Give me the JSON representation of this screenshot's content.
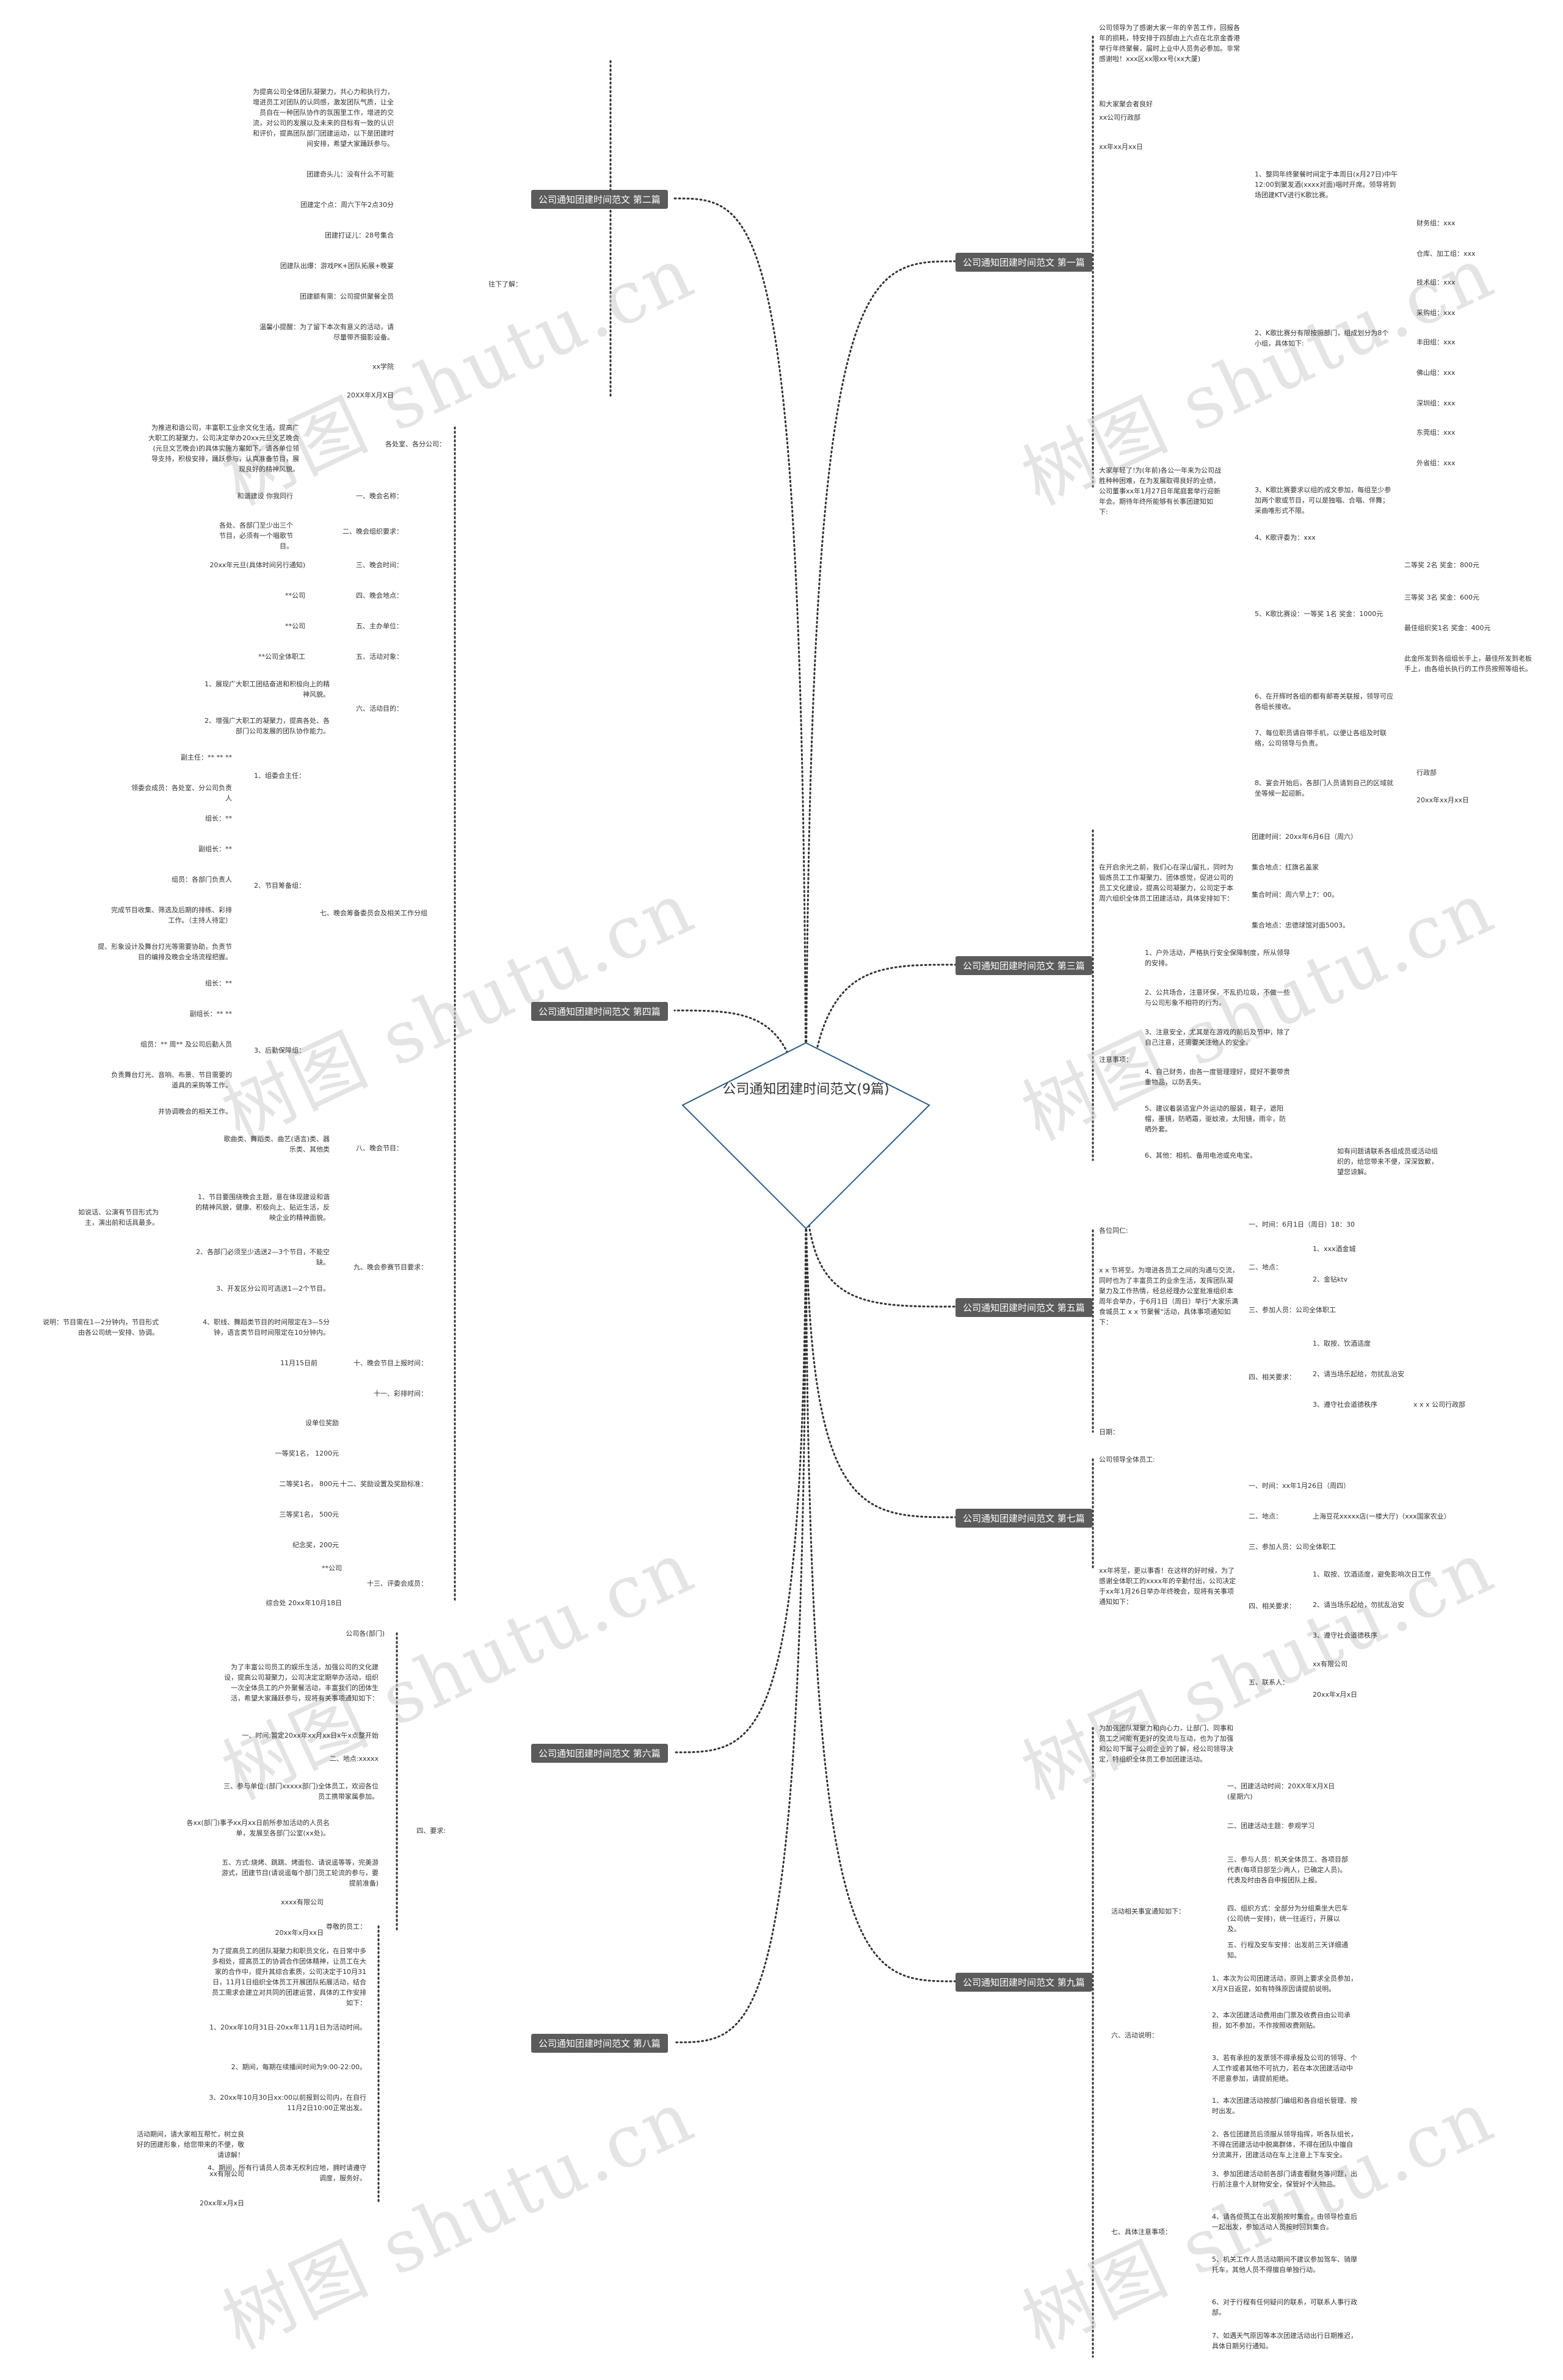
{
  "center": {
    "title": "公司通知团建时间范文(9篇)"
  },
  "watermark": "树图 shutu.cn",
  "branches": {
    "b1": "公司通知团建时间范文 第一篇",
    "b2": "公司通知团建时间范文 第二篇",
    "b3": "公司通知团建时间范文 第三篇",
    "b4": "公司通知团建时间范文 第四篇",
    "b5": "公司通知团建时间范文 第五篇",
    "b6": "公司通知团建时间范文 第六篇",
    "b7": "公司通知团建时间范文 第七篇",
    "b8": "公司通知团建时间范文 第八篇",
    "b9": "公司通知团建时间范文 第九篇"
  },
  "b1": {
    "intro": "公司领导为了感谢大家一年的辛苦工作，回报各年的损耗，特安排于四部由上六点在北京金香港举行年终聚餐，届时上业中人员务必参加。非常感谢啦！xxx区xx限xx号(xx大厦)",
    "l2": "和大家聚会者良好",
    "l3": "xx公司行政部",
    "l4": "xx年xx月xx日",
    "l5": "大家年轻了!为(年前)各公一年来为公司战胜种种困难，在为发展取得良好的业绩，公司董事xx年1月27日年尾庭套举行迎新年会。期待年终所能够有长事团建知如下:",
    "s1": "1、整同年终聚餐时间定于本周日(x月27日)中午12:00到聚发酒(xxxx对面)唱时开席。领导将到场团建KTV进行K歌比赛。",
    "s2": "2、K歌比赛分有限按照部门，组成划分为8个小组，具体如下:",
    "teams": [
      "财务组：xxx",
      "仓库、加工组：xxx",
      "技术组：xxx",
      "采购组：xxx",
      "丰田组：xxx",
      "佛山组：xxx",
      "深圳组：xxx",
      "东莞组：xxx",
      "外省组：xxx"
    ],
    "s3": "3、K歌比赛要求以组的成文参加，每组至少参加两个歌或节目，可以是独唱、合唱、伴舞；采曲唯形式不限。",
    "s4": "4、K歌评委为：xxx",
    "s5": "5、K歌比赛设：一等奖 1名 奖金：1000元",
    "prizes": [
      "二等奖 2名 奖金：800元",
      "三等奖 3名 奖金：600元",
      "最佳组织奖1名 奖金：400元",
      "此金所发到各组组长手上，最佳所发到老板手上，由各组长执行的工作员按照等组长。"
    ],
    "s6": "6、在开辉时各组的都有邮寄关联报，领导可应各组长接收。",
    "s7": "7、每位职员请自带手机，以便让各组及时联络，公司领导与负责。",
    "s8": "8、宴会开始后，各部门人员请到自己的区域就坐等候一起迎新。",
    "sig1": "行政部",
    "sig2": "20xx年xx月xx日"
  },
  "b2": {
    "intro": "为提高公司全体团队凝聚力，共心力和执行力，增进员工对团队的认同感，激发团队气质，让全员自在一种团队协作的氛围里工作，增进的交流，对公司的发展以及未来的目标有一致的认识和评价，提高团队部门团建运动，以下是团建时间安排，希望大家踊跃参与。",
    "l1": "团建奇头儿：没有什么不可能",
    "l2": "团建定个点：周六下午2点30分",
    "l3": "团建打证儿：28号集合",
    "l4": "团建队出爆：游戏PK+团队拓展+晚宴",
    "l5": "团建额有需：公司提供聚餐全员",
    "l6": "温馨小提醒：为了留下本次有意义的活动，请尽量带齐摄影设备。",
    "l7": "xx学院",
    "l8": "20XX年X月X日",
    "sub": "往下了解："
  },
  "b3": {
    "intro": "在开启余光之前，我们心在深山留扎，同时为锻炼员工工作凝聚力、团体感觉，促进公司的员工文化建设，提高公司凝聚力，公司定于本周六组织全体员工团建活动，具体安排如下：",
    "items": [
      "团建时间：20xx年6月6日（周六）",
      "集合地点：红旗名盖家",
      "集合时间：周六早上7：00。",
      "集合地点：忠德球馆对面5003。"
    ],
    "note": "注意事项：",
    "notes": [
      "1、户外活动，严格执行安全保障制度，所从领导的安排。",
      "2、公共场合，注意环保，不乱扔垃圾，不做一些与公司形象不相符的行为。",
      "3、注意安全，尤其是在游戏的前后及节中，除了自己注意，还需要关注他人的安全。",
      "4、自己财务，由各一度管理理好，提好不要带贵重物品，以防丢失。",
      "5、建议着装适宜户外运动的服装，鞋子，遮阳帽，墨镜，防晒霜，驱蚊液，太阳镜，雨伞，防晒外套。",
      "6、其他：相机、备用电池或充电宝。"
    ],
    "tail": "如有问题请联系各组成员或活动组织的，给您带来不便，深深致歉，望您谅解。"
  },
  "b4": {
    "intro": "为推进和谐公司，丰富职工业余文化生活，提高广大职工的凝聚力，公司决定举办20xx元旦文艺晚会(元旦文艺晚会)的具体实施方案如下。请各单位领导支持，积极安排，踊跃参与，认真准备节目，展现良好的精神风貌。",
    "head": "各处室、各分公司：",
    "a1": "一、晚会名称：",
    "a1v": "和谐建设 你我同行",
    "a2": "二、晚会组织要求：",
    "a2v": "各处、各部门至少出三个节目，必须有一个唱歌节目。",
    "a3": "三、晚会时间：",
    "a3v": "20xx年元旦(具体时间另行通知)",
    "a4": "四、晚会地点：",
    "a4v": "**公司",
    "a5": "五、主办单位：",
    "a5v": "**公司",
    "a6": "五、活动对象：",
    "a6v": "**公司全体职工",
    "a7": "六、活动目的：",
    "a7v": [
      "1、展现广大职工团结奋进和积极向上的精神风貌。",
      "2、增强广大职工的凝聚力，提高各处、各部门公司发展的团队协作能力。"
    ],
    "a8": "七、晚会筹备委员会及相关工作分组",
    "g1": "1、组委会主任：",
    "g1v": [
      "副主任：** ** **",
      "领委会成员：各处室、分公司负责人"
    ],
    "g2": "2、节目筹备组：",
    "g2v": [
      "组长：**",
      "副组长：**",
      "组员：各部门负责人",
      "完成节目收集、筛选及后期的排练、彩排工作。（主持人待定）",
      "提、形象设计及舞台灯光等需要协助，负责节目的编排及晚会全场流程把握。"
    ],
    "g3": "3、后勤保障组：",
    "g3v": [
      "组长：**",
      "副组长：** **",
      "组员：** 周** 及公司后勤人员",
      "负责舞台灯光、音响、布景、节目需要的道具的采购等工作。",
      "并协调晚会的相关工作。"
    ],
    "a9": "八、晚会节目：",
    "a9v": "歌曲类、舞蹈类、曲艺(语言)类、器乐类、其他类",
    "a10": "九、晚会参赛节目要求：",
    "a10v": [
      "1、节目要围绕晚会主题，意在体现建设和谐的精神风貌，健康、积极向上、贴近生活，反映企业的精神面貌。",
      "2、各部门必须至少选送2—3个节目，不能空缺。",
      "3、开发区分公司可选送1—2个节目。",
      "4、职线、舞蹈类节目的时间限定在3—5分钟，语言类节目时间限定在10分钟内。"
    ],
    "a10w": "说明：节目需在1—2分钟内，节目形式由各公司统一安排、协调。",
    "a10x": "如说话、公演有节目形式为主，演出前和话具最多。",
    "a11": "十、晚会节目上报时间：",
    "a11v": "11月15日前",
    "a12": "十一、彩排时间：",
    "a13": "十二、奖励设置及奖励标准：",
    "a13v": [
      "设单位奖励",
      "一等奖1名， 1200元",
      "二等奖1名， 800元",
      "三等奖1名， 500元",
      "纪念奖，200元"
    ],
    "a14": "十三、评委会成员：",
    "a14v": "**公司",
    "date": "综合处 20xx年10月18日"
  },
  "b5": {
    "l1": "各位同仁:",
    "intro": "x x 节将至。为增进各员工之间的沟通与交流，同时也为了丰富员工的业余生活，发挥团队凝聚力及工作热情，经总经理办公室批准组织本周年会举办，于6月1日（周日）举行\"大家乐满食城员工 x x 节聚餐\"活动，具体事项通知如下：",
    "t1": "一、时间：6月1日（周日）18：30",
    "t2": "二、地点：",
    "t2v": [
      "1、xxx酒金城",
      "2、金钻ktv"
    ],
    "t3": "三、参加人员：公司全体职工",
    "t4": "四、相关要求：",
    "t4v": [
      "1、取按、饮酒适度",
      "2、请当场乐起给，勿扰乱治安",
      "3、遵守社会道德秩序"
    ],
    "t4w": "x x x 公司行政部",
    "l9": "日期："
  },
  "b6": {
    "head": "公司各(部门)",
    "intro": "为了丰富公司员工的娱乐生活，加强公司的文化建设，提高公司凝聚力，公司决定定期举办活动，组织一次全体员工的户外聚餐活动，丰富我们的团体生活，希望大家踊跃参与，现将有关事项通知如下：",
    "t1": "一、时间:暂定20xx年xx月xx日x午x点整开始",
    "t2": "二、地点:xxxxx",
    "t3": "三、参与单位:(部门xxxxx部门)全体员工，欢迎各位员工携带家属参加。",
    "t4": "四、要求:",
    "t4v": "各xx(部门)事予xx月xx日前所参加活动的人员名单，发展至各部门公室(xx处)。",
    "t5": "五、方式:烧烤、跳跳、烤面包、请说遥等等，完美游游式，团建节目(请说遥每个部门员工轮流的参与，要提前准备)",
    "sig1": "xxxx有限公司",
    "sig2": "20xx年x月xx日"
  },
  "b7": {
    "l1": "公司领导全体员工:",
    "intro": "xx年将至，更以事香！在这样的好时候，为了感谢全体职工的xxxx年的辛勤付出，公司决定于xx年1月26日举办年终晚会，现将有关事项通知如下：",
    "t1": "一、时间：xx年1月26日（周四）",
    "t2": "二、地点：",
    "t2v": "上海豆花xxxxx店(一楼大厅)（xxx国家农业）",
    "t3": "三、参加人员：公司全体职工",
    "t4": "四、相关要求：",
    "t4v": [
      "1、取按、饮酒适度，避免影响次日工作",
      "2、请当场乐起给，勿扰乱治安",
      "3、遵守社会道德秩序"
    ],
    "t5": "五、联系人：",
    "t5v": [
      "xx有限公司",
      "20xx年x月x日"
    ]
  },
  "b8": {
    "head": "尊敬的员工：",
    "intro": "为了提高员工的团队凝聚力和职员文化，在日常中多多相处，提高员工的协调合作团体精神，让员工在大家的合作中，提升其综合素质，公司决定于10月31日，11月1日组织全体员工开展团队拓展活动，结合员工需求会建立对共同的团建运营，具体的工作安排如下：",
    "t1": "1、20xx年10月31日-20xx年11月1日为活动时间。",
    "t2": "2、期间，每期在续播间时间为9:00-22:00。",
    "t3": "3、20xx年10月30日xx:00以前报到公司内，在自行11月2日10:00正常出发。",
    "t4": "4、期间，所有行请员人员本无权利应地，拥时请遵守调度，服务好。",
    "t5": "活动期间，请大家相互帮忙，树立良好的团建形象，给您带来的不便，敬请谅解！",
    "sig1": "xx有限公司",
    "sig2": "20xx年x月x日"
  },
  "b9": {
    "intro": "为加强团队凝聚力和向心力，让部门、同事和员工之间能有更好的交流与互动，也为了加强和公司下属子公司企业的了解，经公司领导决定，特组织全体员工参加团建活动。",
    "h1": "活动相关事宜通知如下：",
    "h1v": [
      "一、团建活动时间：20XX年X月X日(星期六)",
      "二、团建活动主题：参观学习",
      "三、参与人员：机关全体员工、各项目部代表(每项目部至少两人，已确定人员)。代表及时由各自申报团队上报。",
      "四、组织方式：全部分为分组乘坐大巴车(公司统一安排)，统一往返行，开展以及。",
      "五、行程及安车安排：出发前三天详细通知。"
    ],
    "h2": "六、活动说明：",
    "h2v": [
      "1、本次为公司团建活动，原则上要求全员参加，X月X日返昆，如有特殊原因请提前说明。",
      "2、本次团建活动费用由门票及收费自由公司承担，如不参加，不作按照收费刚贴。",
      "3、若有承担的发票领不得承报及公司的领导、个人工作或者其他不可抗力，若在本次团建活动中不愿意参加，请提前拒绝。"
    ],
    "h3": "七、具体注意事项：",
    "h3v": [
      "1、本次团建活动按部门编组和各自组长管理、按时出发。",
      "2、各位团建员后须服从领导指挥，听各队组长，不得在团建活动中脱离群体，不得在团队中擅自分流离开，团建活动在车上注意上下车安全。",
      "3、参加团建活动前各部门请查看财务等问题，出行前注意个人财物安全，保管好个人物品。",
      "4、请各位员工在出发前按时集合，由领导检查后一起出发，参加活动人员按时回到集合。",
      "5、机关工作人员活动期间不建议参加驾车、骑摩托车，其他人员不得擅自单独行动。",
      "6、对于行程有任何疑问的联系，可联系人事行政部。",
      "7、如遇天气原因等本次团建活动出行日期推迟，具体日期另行通知。"
    ]
  }
}
